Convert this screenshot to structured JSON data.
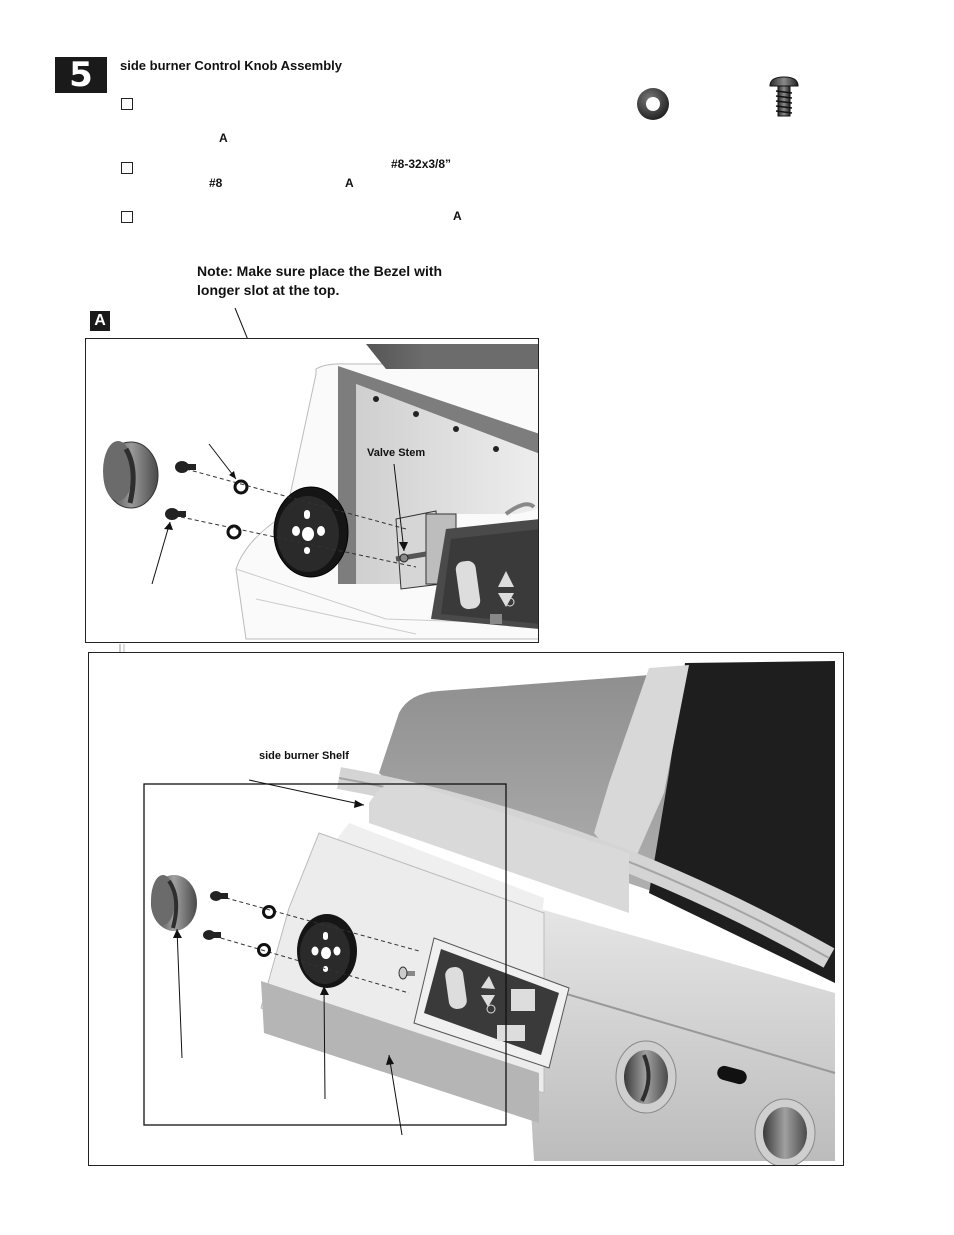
{
  "step": {
    "number": "5",
    "title": "side burner Control Knob Assembly"
  },
  "instructions": [
    {
      "a_ref": "A"
    },
    {
      "hardware": "#8-32x3/8”",
      "washer": "#8",
      "a_ref": "A"
    },
    {
      "a_ref": "A"
    }
  ],
  "note": {
    "line1": "Note: Make sure place the Bezel with",
    "line2": "longer slot at the top."
  },
  "figure_a": {
    "label": "A",
    "valve_stem_label": "Valve Stem"
  },
  "figure_b": {
    "shelf_label": "side burner Shelf"
  },
  "hardware_icons": [
    "washer-icon",
    "screw-icon"
  ]
}
